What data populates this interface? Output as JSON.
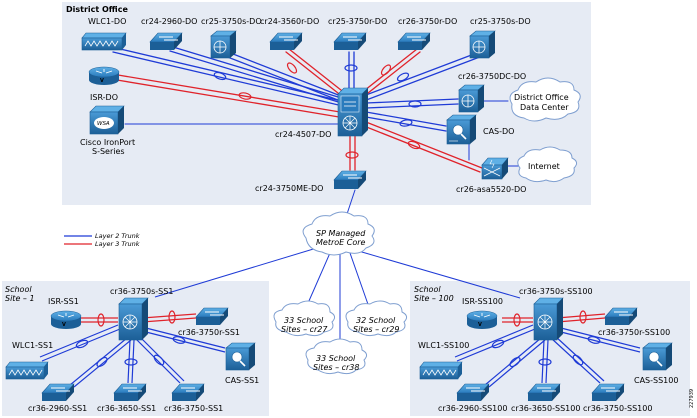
{
  "colors": {
    "region_fill": "#e6ebf4",
    "device_blue": "#2a7bbd",
    "device_dark": "#1c5f97",
    "layer2_link": "#1f3bd6",
    "layer3_link": "#e0232b",
    "thin_link": "#1f3bd6",
    "cloud_fill": "#ffffff",
    "cloud_stroke": "#7f9fd0"
  },
  "legend": {
    "layer2": "Layer 2 Trunk",
    "layer3": "Layer 3 Trunk"
  },
  "regions": {
    "district": {
      "title": "District Office"
    },
    "site1": {
      "title_line1": "School",
      "title_line2": "Site – 1"
    },
    "site100": {
      "title_line1": "School",
      "title_line2": "Site – 100"
    }
  },
  "devices": {
    "wlc1_do": "WLC1-DO",
    "cr24_2960_do": "cr24-2960-DO",
    "cr25_3750s_do": "cr25-3750s-DO",
    "cr24_3560r_do": "cr24-3560r-DO",
    "cr25_3750r_do": "cr25-3750r-DO",
    "cr26_3750r_do": "cr26-3750r-DO",
    "cr25_3750s_do_2": "cr25-3750s-DO",
    "isr_do": "ISR-DO",
    "cr26_3750dc_do": "cr26-3750DC-DO",
    "ironport_line1": "Cisco IronPort",
    "ironport_line2": "S-Series",
    "cr24_4507_do": "cr24-4507-DO",
    "cas_do": "CAS-DO",
    "cr26_asa5520_do": "cr26-asa5520-DO",
    "cr24_3750me_do": "cr24-3750ME-DO",
    "isr_ss1": "ISR-SS1",
    "cr36_3750s_ss1": "cr36-3750s-SS1",
    "cr36_3750r_ss1": "cr36-3750r-SS1",
    "wlc1_ss1": "WLC1-SS1",
    "cas_ss1": "CAS-SS1",
    "cr36_2960_ss1": "cr36-2960-SS1",
    "cr36_3650_ss1": "cr36-3650-SS1",
    "cr36_3750_ss1": "cr36-3750-SS1",
    "isr_ss100": "ISR-SS100",
    "cr36_3750s_ss100": "cr36-3750s-SS100",
    "cr36_3750r_ss100": "cr36-3750r-SS100",
    "wlc1_ss100": "WLC1-SS100",
    "cas_ss100": "CAS-SS100",
    "cr36_2960_ss100": "cr36-2960-SS100",
    "cr36_3650_ss100": "cr36-3650-SS100",
    "cr36_3750_ss100": "cr36-3750-SS100"
  },
  "clouds": {
    "dc_line1": "District Office",
    "dc_line2": "Data Center",
    "internet": "Internet",
    "metro_line1": "SP Managed",
    "metro_line2": "MetroE Core",
    "s27_line1": "33 School",
    "s27_line2": "Sites – cr27",
    "s38_line1": "33 School",
    "s38_line2": "Sites – cr38",
    "s29_line1": "32 School",
    "s29_line2": "Sites – cr29"
  },
  "icon_text": {
    "wsa": "WSA",
    "router_mark": "V"
  },
  "figure_id": "227939"
}
